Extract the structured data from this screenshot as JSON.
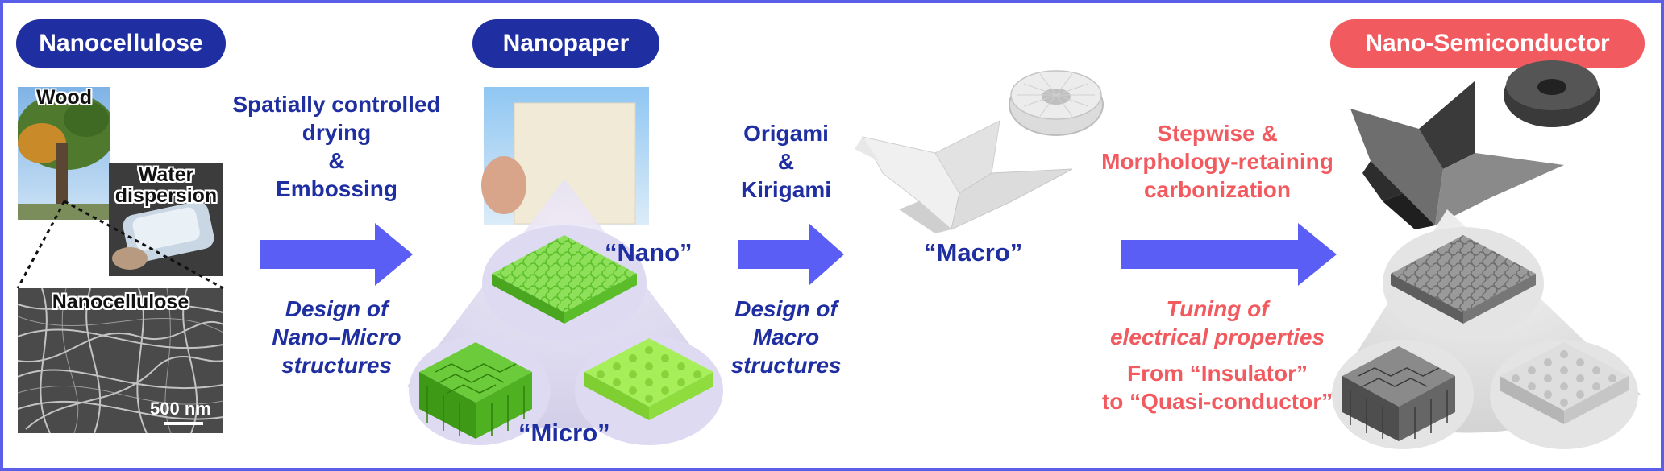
{
  "headers": {
    "nanocellulose": "Nanocellulose",
    "nanopaper": "Nanopaper",
    "nanosemiconductor": "Nano-Semiconductor"
  },
  "photos": {
    "wood": "Wood",
    "water_dispersion": [
      "Water",
      "dispersion"
    ],
    "sem_title": "Nanocellulose",
    "scale_bar": "500 nm"
  },
  "step1": {
    "process": [
      "Spatially controlled",
      "drying",
      "&",
      "Embossing"
    ],
    "design": [
      "Design of",
      "Nano–Micro",
      "structures"
    ]
  },
  "step2": {
    "process": [
      "Origami",
      "&",
      "Kirigami"
    ],
    "design": [
      "Design of",
      "Macro",
      "structures"
    ]
  },
  "step3": {
    "process": [
      "Stepwise &",
      "Morphology-retaining",
      "carbonization"
    ],
    "tuning": [
      "Tuning of",
      "electrical properties"
    ],
    "range": [
      "From “Insulator”",
      "to “Quasi-conductor”"
    ]
  },
  "scales": {
    "nano": "“Nano”",
    "micro": "“Micro”",
    "macro": "“Macro”"
  },
  "icons": {
    "arrow": "right-arrow-icon",
    "crane": "origami-crane-icon",
    "torus": "kirigami-torus-icon"
  },
  "colors": {
    "frame": "#5b5ee8",
    "header_blue": "#1f2ea0",
    "header_red": "#f15a5f",
    "arrow": "#5b5ef5",
    "nanopaper_green": "#7ed957"
  }
}
